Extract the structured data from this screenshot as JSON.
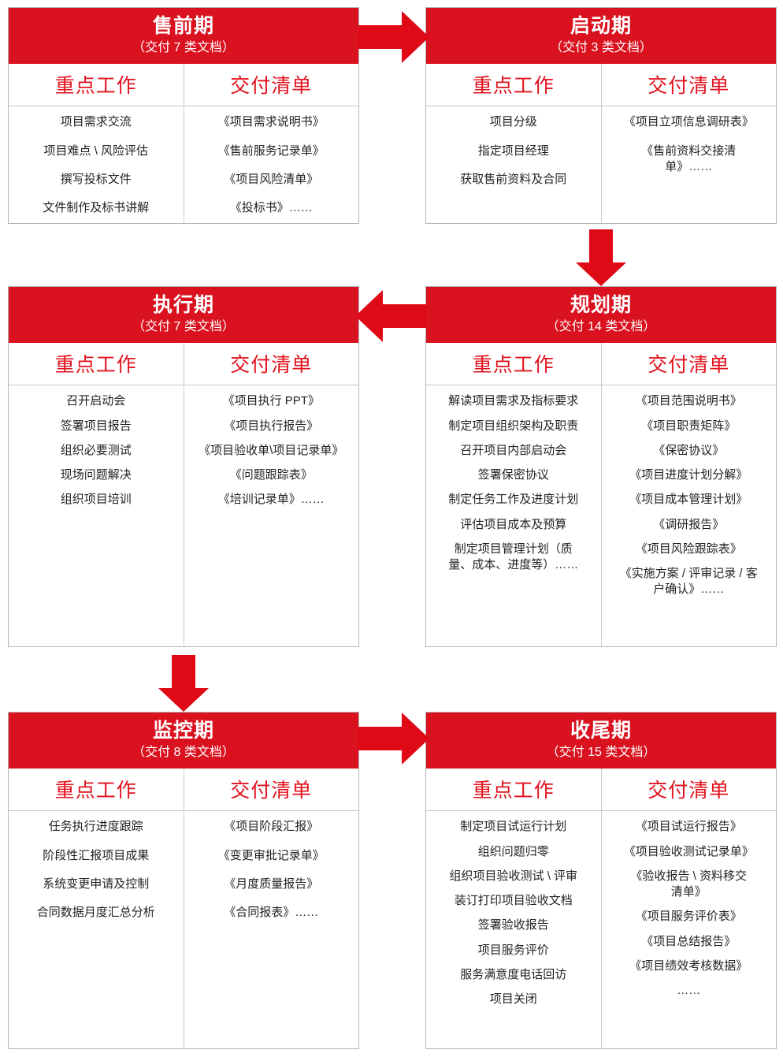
{
  "theme": {
    "red": "#da111e",
    "arrow_red": "#e00a17",
    "heading_red": "#e2101c",
    "text": "#231f20",
    "border": "#b3b3b3",
    "divider": "#c9c9c9"
  },
  "columns": {
    "key_work": "重点工作",
    "deliverables": "交付清单"
  },
  "chart_data": {
    "type": "diagram",
    "title": "项目全生命周期阶段交付文档流程图",
    "flow": [
      {
        "from": "售前期",
        "to": "启动期",
        "direction": "right"
      },
      {
        "from": "启动期",
        "to": "规划期",
        "direction": "down"
      },
      {
        "from": "规划期",
        "to": "执行期",
        "direction": "left"
      },
      {
        "from": "执行期",
        "to": "监控期",
        "direction": "down"
      },
      {
        "from": "监控期",
        "to": "收尾期",
        "direction": "right"
      }
    ]
  },
  "cards": [
    {
      "id": "presales",
      "title": "售前期",
      "subtitle": "（交付 7 类文档）",
      "key_work": [
        "项目需求交流",
        "项目难点 \\ 风险评估",
        "撰写投标文件",
        "文件制作及标书讲解"
      ],
      "deliverables": [
        "《项目需求说明书》",
        "《售前服务记录单》",
        "《项目风险清单》",
        "《投标书》……"
      ]
    },
    {
      "id": "initiation",
      "title": "启动期",
      "subtitle": "（交付 3 类文档）",
      "key_work": [
        "项目分级",
        "指定项目经理",
        "获取售前资料及合同"
      ],
      "deliverables": [
        "《项目立项信息调研表》",
        "《售前资料交接清单》……"
      ]
    },
    {
      "id": "execution",
      "title": "执行期",
      "subtitle": "（交付 7 类文档）",
      "key_work": [
        "召开启动会",
        "签署项目报告",
        "组织必要测试",
        "现场问题解决",
        "组织项目培训"
      ],
      "deliverables": [
        "《项目执行 PPT》",
        "《项目执行报告》",
        "《项目验收单\\项目记录单》",
        "《问题跟踪表》",
        "《培训记录单》……"
      ]
    },
    {
      "id": "planning",
      "title": "规划期",
      "subtitle": "（交付 14 类文档）",
      "key_work": [
        "解读项目需求及指标要求",
        "制定项目组织架构及职责",
        "召开项目内部启动会",
        "签署保密协议",
        "制定任务工作及进度计划",
        "评估项目成本及预算",
        "制定项目管理计划（质量、成本、进度等）……"
      ],
      "deliverables": [
        "《项目范围说明书》",
        "《项目职责矩阵》",
        "《保密协议》",
        "《项目进度计划分解》",
        "《项目成本管理计划》",
        "《调研报告》",
        "《项目风险跟踪表》",
        "《实施方案 / 评审记录 / 客户确认》……"
      ]
    },
    {
      "id": "monitoring",
      "title": "监控期",
      "subtitle": "（交付 8 类文档）",
      "key_work": [
        "任务执行进度跟踪",
        "阶段性汇报项目成果",
        "系统变更申请及控制",
        "合同数据月度汇总分析"
      ],
      "deliverables": [
        "《项目阶段汇报》",
        "《变更审批记录单》",
        "《月度质量报告》",
        "《合同报表》……"
      ]
    },
    {
      "id": "closing",
      "title": "收尾期",
      "subtitle": "（交付 15 类文档）",
      "key_work": [
        "制定项目试运行计划",
        "组织问题归零",
        "组织项目验收测试 \\ 评审",
        "装订打印项目验收文档",
        "签署验收报告",
        "项目服务评价",
        "服务满意度电话回访",
        "项目关闭"
      ],
      "deliverables": [
        "《项目试运行报告》",
        "《项目验收测试记录单》",
        "《验收报告 \\ 资料移交清单》",
        "《项目服务评价表》",
        "《项目总结报告》",
        "《项目绩效考核数据》",
        "……"
      ]
    }
  ],
  "arrows": [
    {
      "name": "arrow-presales-to-initiation",
      "direction": "right"
    },
    {
      "name": "arrow-initiation-to-planning",
      "direction": "down"
    },
    {
      "name": "arrow-planning-to-execution",
      "direction": "left"
    },
    {
      "name": "arrow-execution-to-monitoring",
      "direction": "down"
    },
    {
      "name": "arrow-monitoring-to-closing",
      "direction": "right"
    }
  ]
}
